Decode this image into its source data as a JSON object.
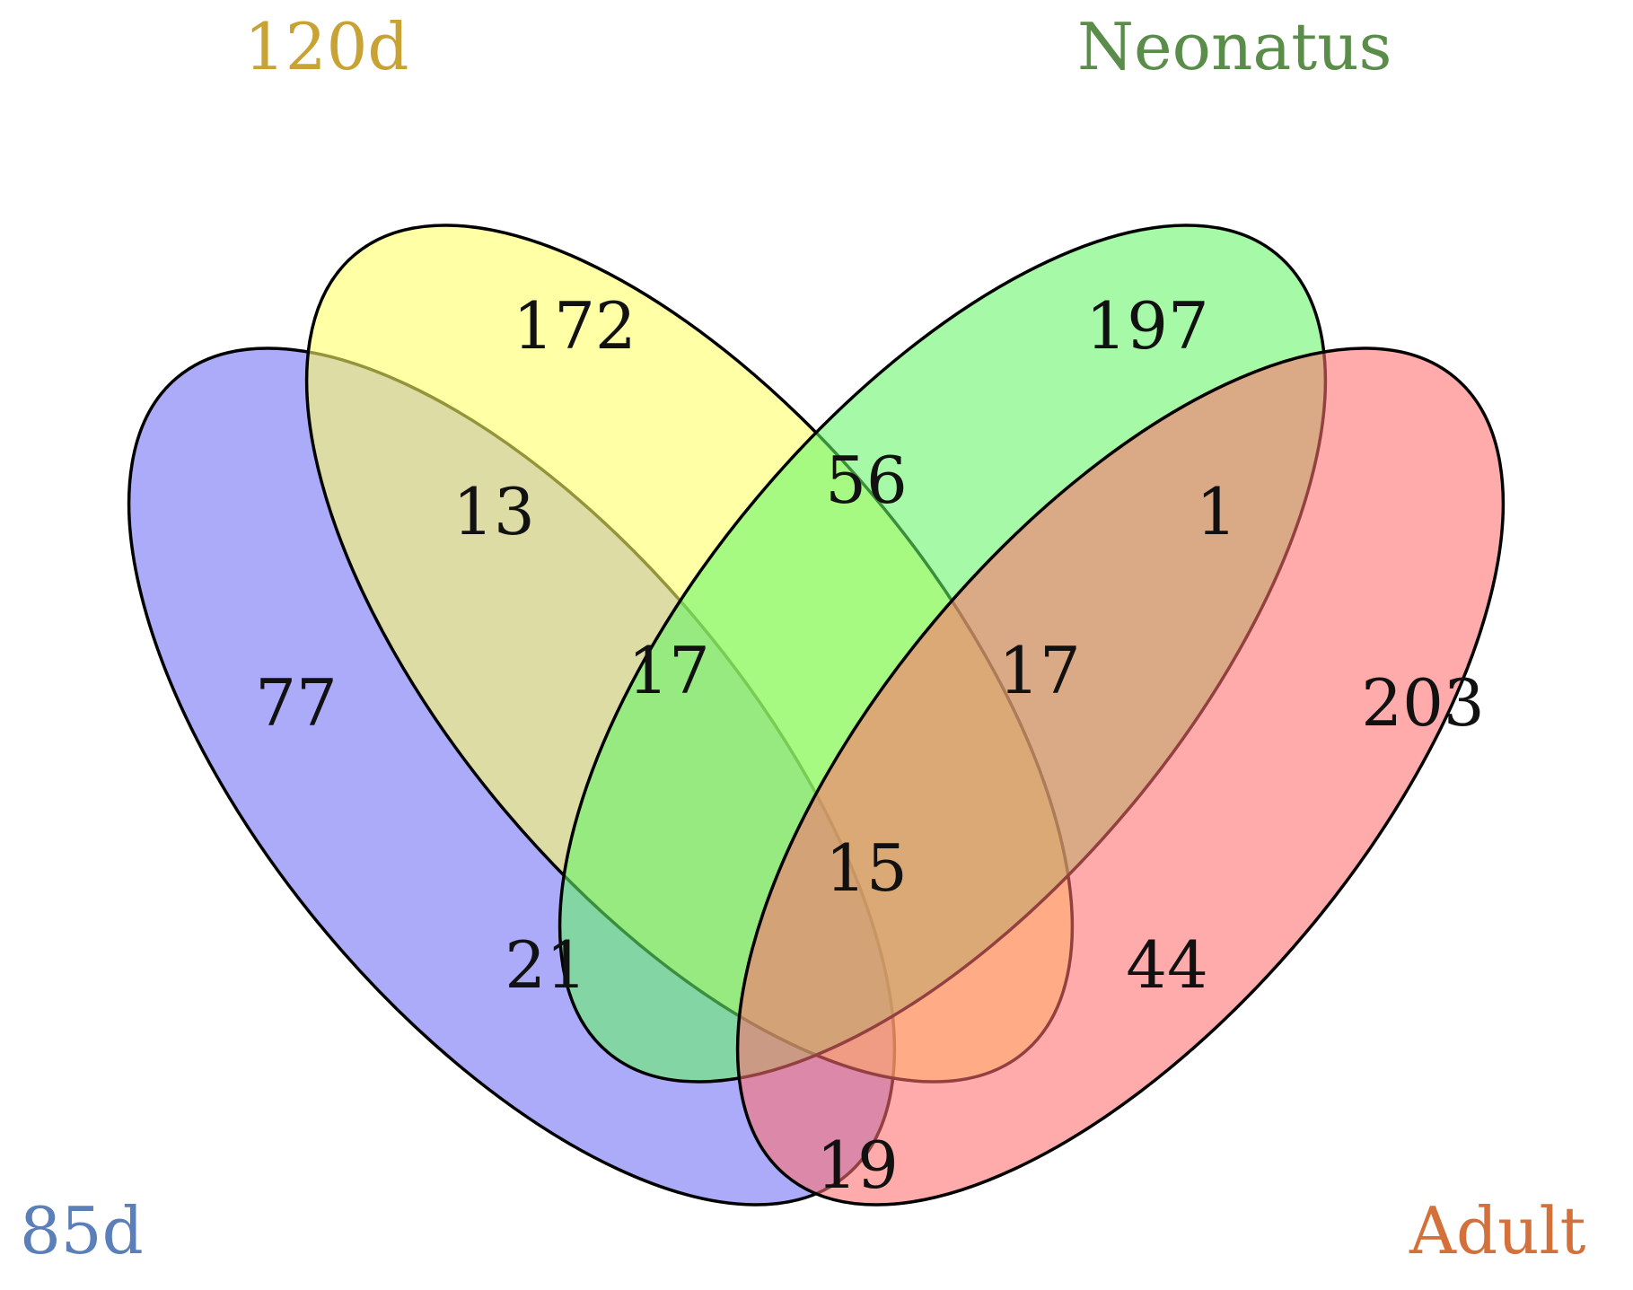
{
  "sets": [
    {
      "id": "s85d",
      "name": "85d",
      "fill": "#6f6ff5",
      "label_color": "#5b7fb8"
    },
    {
      "id": "s120d",
      "name": "120d",
      "fill": "#ffff66",
      "label_color": "#c8a232"
    },
    {
      "id": "sNeo",
      "name": "Neonatus",
      "fill": "#66f566",
      "label_color": "#5a8c4a"
    },
    {
      "id": "sAdult",
      "name": "Adult",
      "fill": "#ff6f6f",
      "label_color": "#d4703a"
    }
  ],
  "regions": [
    {
      "sets": [
        "120d"
      ],
      "count": "172"
    },
    {
      "sets": [
        "Neonatus"
      ],
      "count": "197"
    },
    {
      "sets": [
        "120d",
        "Neonatus"
      ],
      "count": "56"
    },
    {
      "sets": [
        "85d",
        "120d"
      ],
      "count": "13"
    },
    {
      "sets": [
        "Neonatus",
        "Adult"
      ],
      "count": "1"
    },
    {
      "sets": [
        "85d",
        "120d",
        "Neonatus"
      ],
      "count": "17"
    },
    {
      "sets": [
        "120d",
        "Neonatus",
        "Adult"
      ],
      "count": "17"
    },
    {
      "sets": [
        "85d"
      ],
      "count": "77"
    },
    {
      "sets": [
        "Adult"
      ],
      "count": "203"
    },
    {
      "sets": [
        "85d",
        "120d",
        "Neonatus",
        "Adult"
      ],
      "count": "15"
    },
    {
      "sets": [
        "85d",
        "Neonatus"
      ],
      "count": "21"
    },
    {
      "sets": [
        "120d",
        "Adult"
      ],
      "count": "44"
    },
    {
      "sets": [
        "85d",
        "Adult"
      ],
      "count": "19"
    }
  ]
}
